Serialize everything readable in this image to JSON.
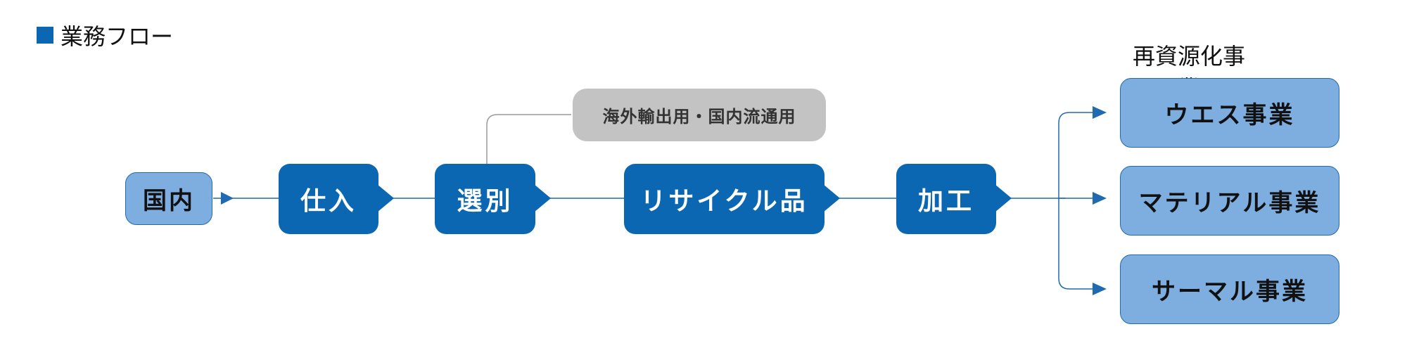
{
  "header": {
    "title": "業務フロー"
  },
  "diagram": {
    "section_label": "再資源化事業",
    "nodes": {
      "domestic": "国内",
      "purchase": "仕入",
      "sort": "選別",
      "recycled": "リサイクル品",
      "process": "加工",
      "export": "海外輸出用・国内流通用",
      "waste": "ウエス事業",
      "material": "マテリアル事業",
      "thermal": "サーマル事業"
    }
  },
  "colors": {
    "accent": "#0b67b2",
    "light_box": "#7eaee0",
    "light_border": "#1f6ab0",
    "gray_box": "#c3c3c3",
    "line": "#1f6ab0",
    "gray_line": "#9a9a9a"
  }
}
